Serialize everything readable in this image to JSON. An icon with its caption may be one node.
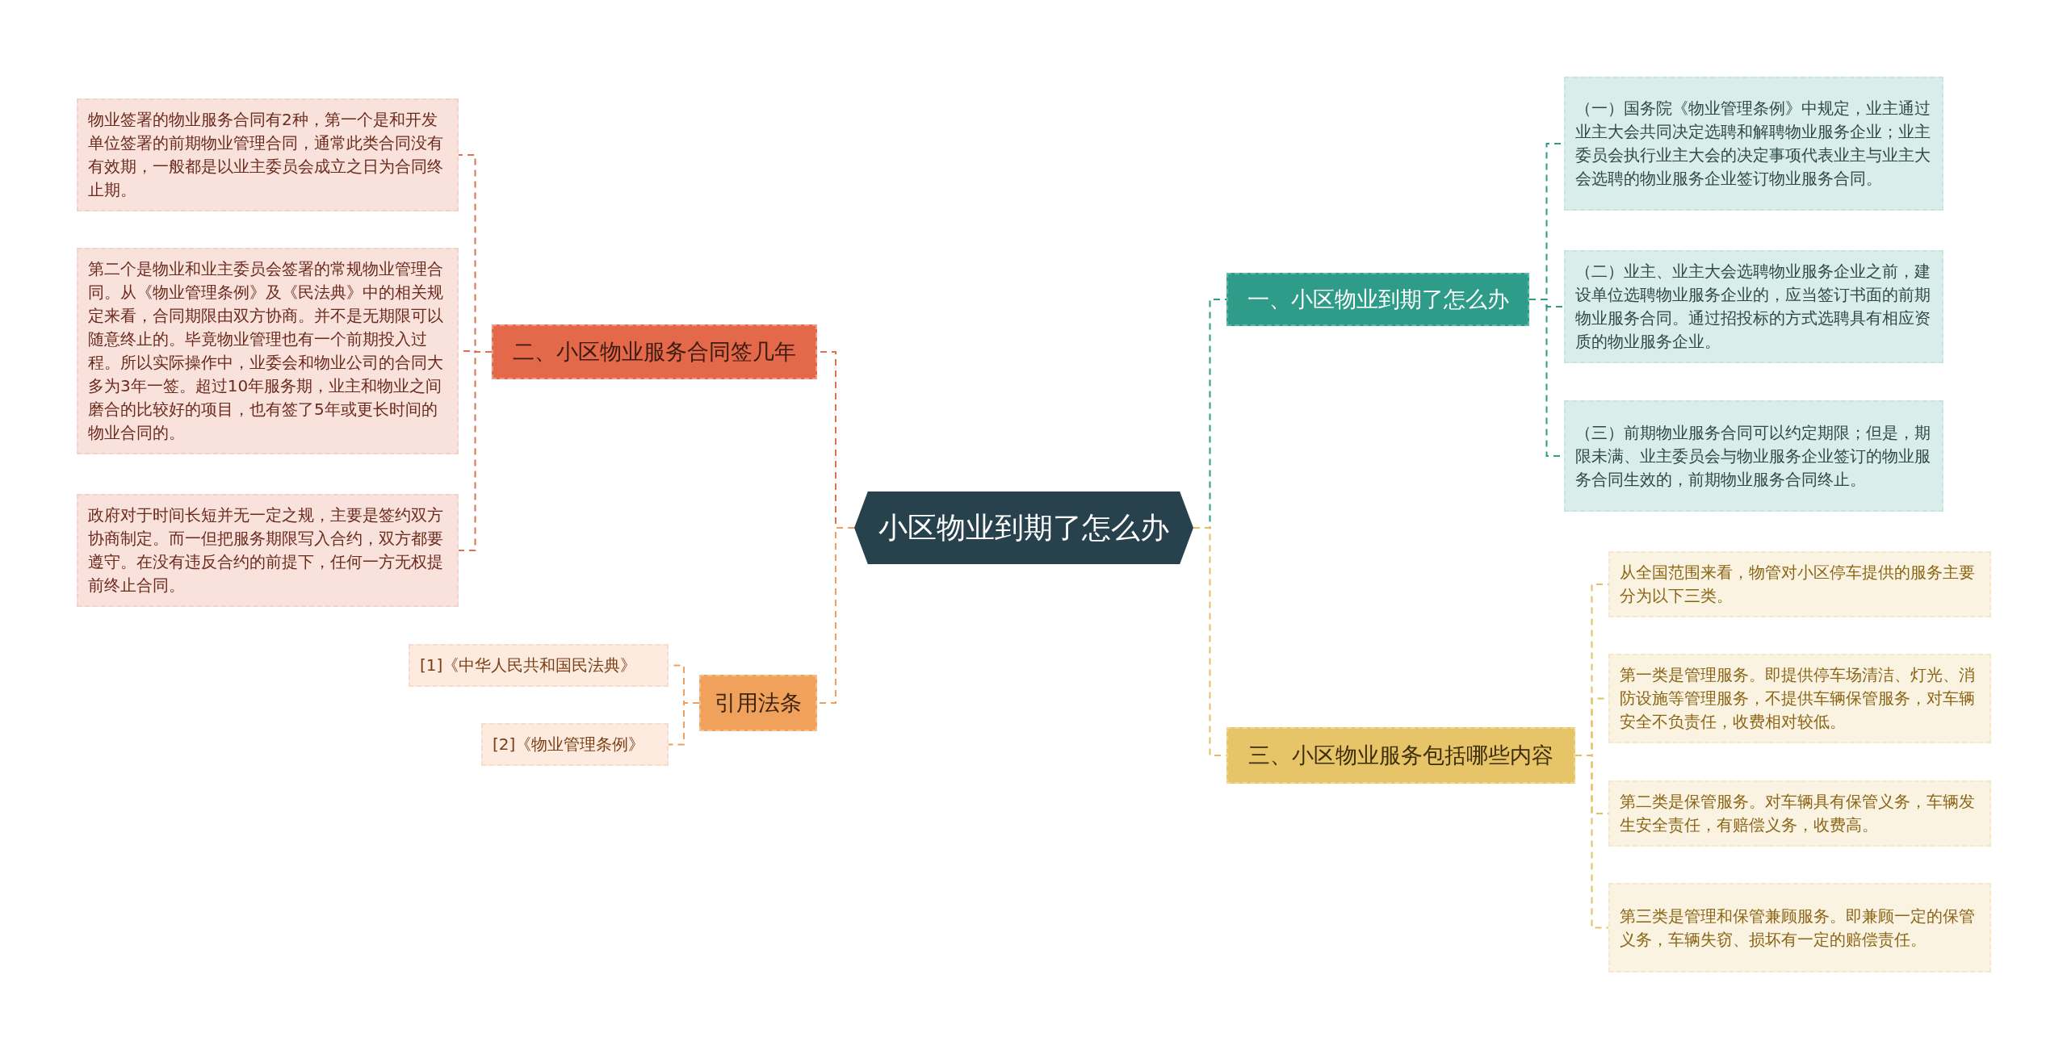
{
  "diagram": {
    "nodes": [
      {
        "text": [
          "小区物业到期了怎么办"
        ]
      },
      {
        "text": [
          "一、小区物业到期了怎么办"
        ]
      },
      {
        "text": [
          "（一）国务院《物业管理条例》中规定，业主通过业主大会共同决定选聘和解聘物业服务企业；业主委员会执行业主大会的决定事项代表业主与业主大会选聘的物业服务企业签订物业服务合同。"
        ]
      },
      {
        "text": [
          "（二）业主、业主大会选聘物业服务企业之前，建设单位选聘物业服务企业的，应当签订书面的前期物业服务合同。通过招投标的方式选聘具有相应资质的物业服务企业。"
        ]
      },
      {
        "text": [
          "（三）前期物业服务合同可以约定期限；但是，期限未满、业主委员会与物业服务企业签订的物业服务合同生效的，前期物业服务合同终止。"
        ]
      },
      {
        "text": [
          "二、小区物业服务合同签几年"
        ]
      },
      {
        "text": [
          "物业签署的物业服务合同有2种，第一个是和开发单位签署的前期物业管理合同，通常此类合同没有有效期，一般都是以业主委员会成立之日为合同终止期。"
        ]
      },
      {
        "text": [
          "第二个是物业和业主委员会签署的常规物业管理合同。从《物业管理条例》及《民法典》中的相关规定来看，合同期限由双方协商。并不是无期限可以随意终止的。毕竟物业管理也有一个前期投入过程。所以实际操作中，业委会和物业公司的合同大多为3年一签。超过10年服务期，业主和物业之间磨合的比较好的项目，也有签了5年或更长时间的物业合同的。"
        ]
      },
      {
        "text": [
          "政府对于时间长短并无一定之规，主要是签约双方协商制定。而一但把服务期限写入合约，双方都要遵守。在没有违反合约的前提下，任何一方无权提前终止合同。"
        ]
      },
      {
        "text": [
          "三、小区物业服务包括哪些内容"
        ]
      },
      {
        "text": [
          "从全国范围来看，物管对小区停车提供的服务主要分为以下三类。"
        ]
      },
      {
        "text": [
          "第一类是管理服务。即提供停车场清洁、灯光、消防设施等管理服务，不提供车辆保管服务，对车辆安全不负责任，收费相对较低。"
        ]
      },
      {
        "text": [
          "第二类是保管服务。对车辆具有保管义务，车辆发生安全责任，有赔偿义务，收费高。"
        ]
      },
      {
        "text": [
          "第三类是管理和保管兼顾服务。即兼顾一定的保管义务，车辆失窃、损坏有一定的赔偿责任。"
        ]
      },
      {
        "text": [
          "引用法条"
        ]
      },
      {
        "text": [
          "[1]《中华人民共和国民法典》"
        ]
      },
      {
        "text": [
          "[2]《物业管理条例》"
        ]
      }
    ],
    "edges": [
      {
        "from": 0,
        "to": 1,
        "arrow": "none",
        "style": "dashed",
        "color": "#2a9d8a"
      },
      {
        "from": 1,
        "to": 2,
        "arrow": "none",
        "style": "dashed",
        "color": "#2a9d8a"
      },
      {
        "from": 1,
        "to": 3,
        "arrow": "none",
        "style": "dashed",
        "color": "#2a9d8a"
      },
      {
        "from": 1,
        "to": 4,
        "arrow": "none",
        "style": "dashed",
        "color": "#2a9d8a"
      },
      {
        "from": 0,
        "to": 5,
        "arrow": "none",
        "style": "dashed",
        "color": "#e0704f"
      },
      {
        "from": 5,
        "to": 6,
        "arrow": "none",
        "style": "dashed",
        "color": "#e0704f"
      },
      {
        "from": 5,
        "to": 7,
        "arrow": "none",
        "style": "dashed",
        "color": "#e0704f"
      },
      {
        "from": 5,
        "to": 8,
        "arrow": "none",
        "style": "dashed",
        "color": "#e0704f"
      },
      {
        "from": 0,
        "to": 9,
        "arrow": "none",
        "style": "dashed"
      },
      {
        "from": 9,
        "to": 10,
        "arrow": "none",
        "style": "dashed"
      },
      {
        "from": 9,
        "to": 11,
        "arrow": "none",
        "style": "dashed"
      },
      {
        "from": 9,
        "to": 12,
        "arrow": "none",
        "style": "dashed"
      },
      {
        "from": 9,
        "to": 13,
        "arrow": "none",
        "style": "dashed"
      },
      {
        "from": 0,
        "to": 14,
        "arrow": "none",
        "style": "dashed",
        "color": "#efa060"
      },
      {
        "from": 14,
        "to": 15,
        "arrow": "none",
        "style": "dashed",
        "color": "#efa060"
      },
      {
        "from": 14,
        "to": 16,
        "arrow": "none",
        "style": "dashed",
        "color": "#efa060"
      }
    ]
  }
}
